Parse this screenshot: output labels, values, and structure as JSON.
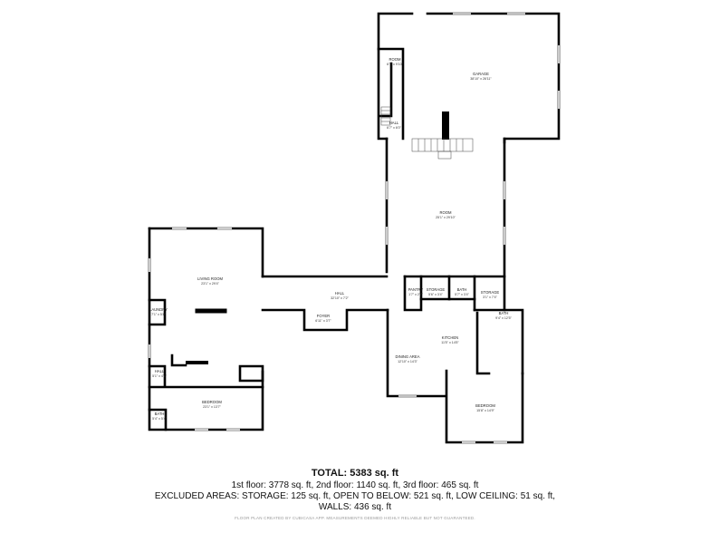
{
  "rooms": [
    {
      "name": "GARAGE",
      "dims": "38'10\" x 26'11\""
    },
    {
      "name": "ROOM",
      "dims": "6'7\" x 9'10\""
    },
    {
      "name": "HALL",
      "dims": "6'7\" x 6'0\""
    },
    {
      "name": "ROOM",
      "dims": "25'1\" x 29'10\""
    },
    {
      "name": "LIVING ROOM",
      "dims": "23'1\" x 29'4\""
    },
    {
      "name": "LAUNDRY",
      "dims": "7'1\" x 5'8\""
    },
    {
      "name": "HALL",
      "dims": "32'10\" x 7'2\""
    },
    {
      "name": "FOYER",
      "dims": "6'11\" x 3'7\""
    },
    {
      "name": "PANTRY",
      "dims": "1'7\" x 2'7\""
    },
    {
      "name": "STORAGE",
      "dims": "5'6\" x 3'4\""
    },
    {
      "name": "BATH",
      "dims": "5'7\" x 3'4\""
    },
    {
      "name": "STORAGE",
      "dims": "3'1\" x 7'4\""
    },
    {
      "name": "KITCHEN",
      "dims": "11'5\" x 14'5\""
    },
    {
      "name": "BATH",
      "dims": "9'4\" x 12'5\""
    },
    {
      "name": "DINING AREA",
      "dims": "12'10\" x 14'3\""
    },
    {
      "name": "HALL",
      "dims": "5'1\" x 4'1\""
    },
    {
      "name": "BEDROOM",
      "dims": "23'1\" x 13'7\""
    },
    {
      "name": "BEDROOM",
      "dims": "15'8\" x 14'9\""
    },
    {
      "name": "BATH",
      "dims": "5'4\" x 5'4\""
    }
  ],
  "summary": {
    "total": "TOTAL: 5383 sq. ft",
    "floors": "1st floor: 3778 sq. ft, 2nd floor: 1140 sq. ft, 3rd floor: 465 sq. ft",
    "excluded": "EXCLUDED AREAS: STORAGE: 125 sq. ft, OPEN TO BELOW: 521 sq. ft, LOW CEILING: 51 sq. ft,",
    "walls": "WALLS: 436 sq. ft"
  },
  "footer": "FLOOR PLAN CREATED BY CUBICASA APP. MEASUREMENTS DEEMED HIGHLY RELIABLE BUT NOT GUARANTEED."
}
